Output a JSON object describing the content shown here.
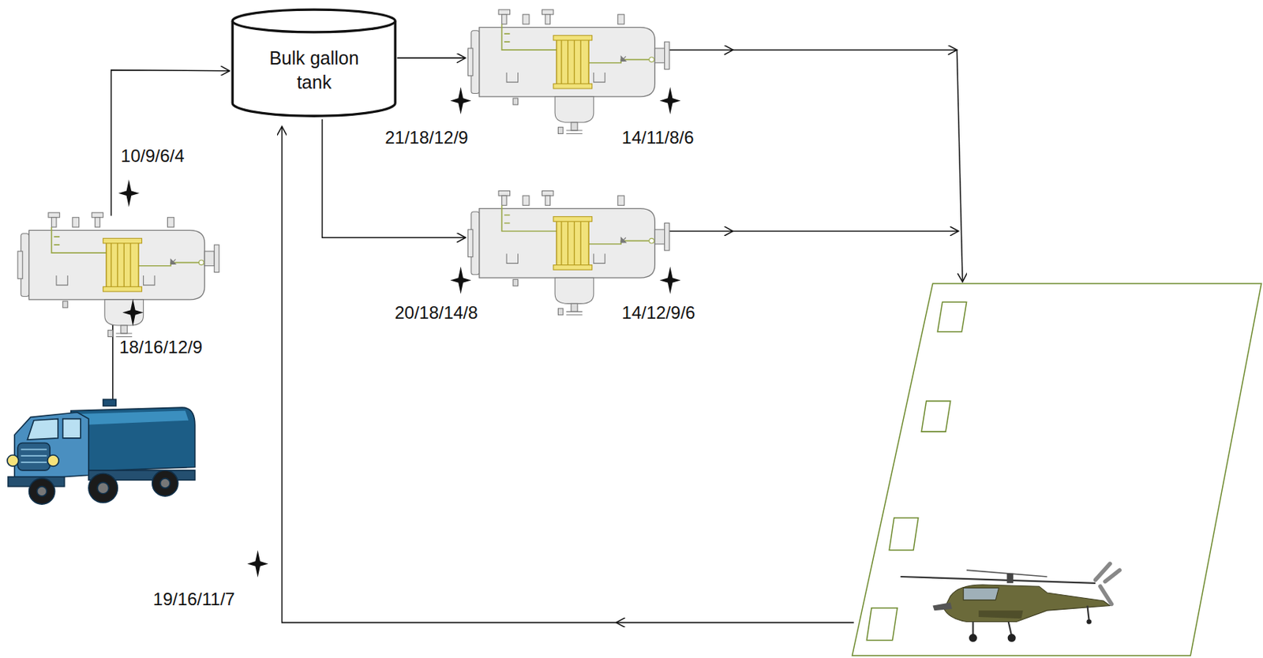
{
  "diagram": {
    "nodes": [
      {
        "text": [
          "Bulk gallon tank"
        ]
      }
    ],
    "labels": [
      "10/9/6/4",
      "18/16/12/9",
      "21/18/12/9",
      "14/11/8/6",
      "20/18/14/8",
      "14/12/9/6",
      "19/16/11/7"
    ]
  }
}
